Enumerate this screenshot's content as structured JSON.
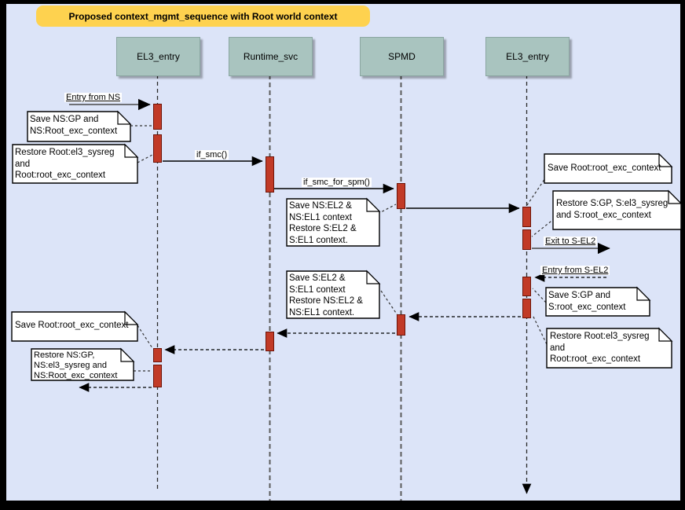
{
  "title": "Proposed context_mgmt_sequence with Root world context",
  "actors": [
    {
      "label": "EL3_entry"
    },
    {
      "label": "Runtime_svc"
    },
    {
      "label": "SPMD"
    },
    {
      "label": "EL3_entry"
    }
  ],
  "messages": [
    {
      "label": "Entry from NS",
      "style": "solid",
      "from": "external-ns",
      "to": "EL3_entry"
    },
    {
      "label": "if_smc()",
      "style": "solid",
      "from": "EL3_entry",
      "to": "Runtime_svc"
    },
    {
      "label": "if_smc_for_spm()",
      "style": "solid",
      "from": "Runtime_svc",
      "to": "SPMD"
    },
    {
      "label": "",
      "style": "solid",
      "from": "SPMD",
      "to": "EL3_entry_2"
    },
    {
      "label": "Exit to S-EL2",
      "style": "solid",
      "from": "EL3_entry_2",
      "to": "external-sel2"
    },
    {
      "label": "Entry from S-EL2",
      "style": "dashed",
      "from": "external-sel2",
      "to": "EL3_entry_2"
    },
    {
      "label": "",
      "style": "dashed",
      "from": "EL3_entry_2",
      "to": "SPMD"
    },
    {
      "label": "",
      "style": "dashed",
      "from": "SPMD",
      "to": "Runtime_svc"
    },
    {
      "label": "",
      "style": "dashed",
      "from": "Runtime_svc",
      "to": "EL3_entry"
    },
    {
      "label": "",
      "style": "dashed",
      "from": "EL3_entry",
      "to": "external-ns"
    }
  ],
  "notes": [
    {
      "text": "Save NS:GP and\nNS:Root_exc_context"
    },
    {
      "text": "Restore Root:el3_sysreg\nand\nRoot:root_exc_context"
    },
    {
      "text": "Save NS:EL2 &\nNS:EL1 context\nRestore S:EL2 &\nS:EL1 context."
    },
    {
      "text": "Save Root:root_exc_context"
    },
    {
      "text": "Restore S:GP, S:el3_sysreg\nand S:root_exc_context"
    },
    {
      "text": "Save S:EL2 &\nS:EL1 context\nRestore NS:EL2 &\nNS:EL1 context."
    },
    {
      "text": "Save S:GP and\nS:root_exc_context"
    },
    {
      "text": "Restore Root:el3_sysreg\nand\nRoot:root_exc_context"
    },
    {
      "text": "Save Root:root_exc_context"
    },
    {
      "text": "Restore NS:GP,\nNS:el3_sysreg and\nNS:Root_exc_context"
    }
  ],
  "colors": {
    "frame": "#000000",
    "canvas_background": "#dce4f8",
    "title_background": "#fed24f",
    "actor_background": "#a9c4bf",
    "activation_fill": "#c13a27",
    "activation_border": "#6e1408",
    "note_background": "#ffffff",
    "line": "#000000"
  }
}
